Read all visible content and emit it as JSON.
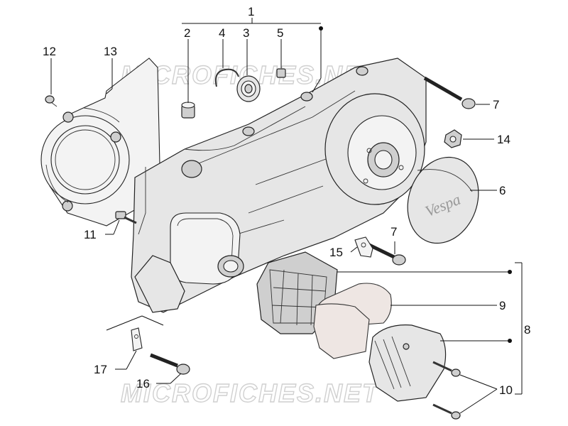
{
  "watermark": "MICROFICHES.NET",
  "logo_text": "Vespa",
  "labels": {
    "l1": "1",
    "l2": "2",
    "l3": "3",
    "l4": "4",
    "l5": "5",
    "l6": "6",
    "l7a": "7",
    "l7b": "7",
    "l8": "8",
    "l9": "9",
    "l10": "10",
    "l11": "11",
    "l12": "12",
    "l13": "13",
    "l14": "14",
    "l15": "15",
    "l16": "16",
    "l17": "17"
  }
}
